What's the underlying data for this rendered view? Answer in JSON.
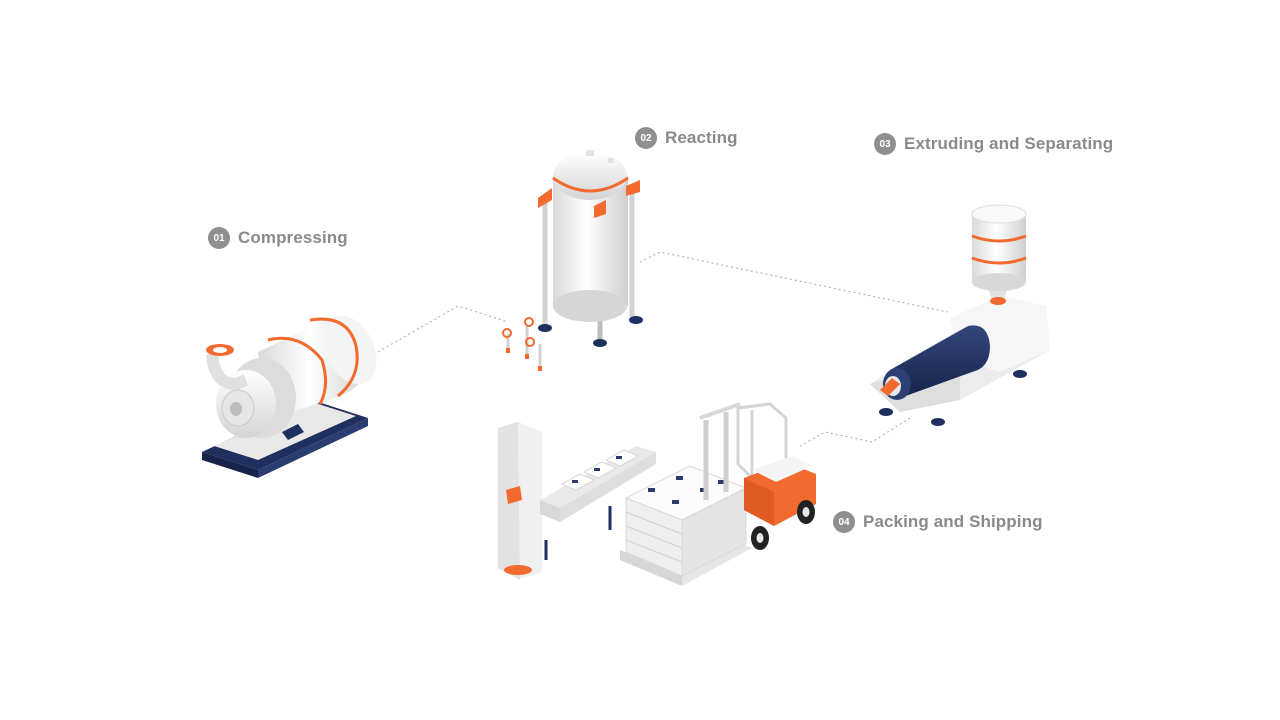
{
  "steps": [
    {
      "num": "01",
      "label": "Compressing"
    },
    {
      "num": "02",
      "label": "Reacting"
    },
    {
      "num": "03",
      "label": "Extruding and Separating"
    },
    {
      "num": "04",
      "label": "Packing and Shipping"
    }
  ],
  "colors": {
    "accent": "#f26a2e",
    "navy": "#1f2f5e",
    "machine": "#f2f2f2",
    "label": "#8a8a8a",
    "badge": "#8f8f8f",
    "connector": "#b5b5b5"
  }
}
